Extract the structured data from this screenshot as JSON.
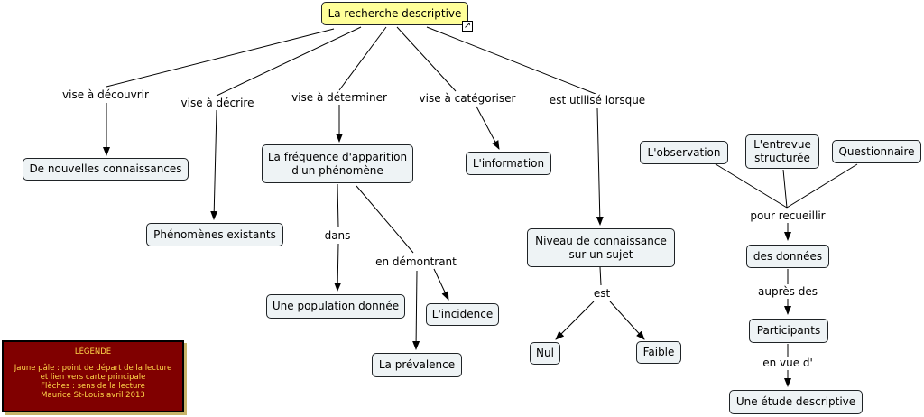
{
  "start": {
    "label": "La recherche descriptive",
    "link_icon": "↗"
  },
  "nodes": {
    "connaissances": "De nouvelles connaissances",
    "phenomenes": "Phénomènes existants",
    "frequence": "La fréquence d'apparition\nd'un phénomène",
    "information": "L'information",
    "niveau": "Niveau de connaissance\nsur un sujet",
    "observation": "L'observation",
    "entrevue": "L'entrevue\nstructurée",
    "questionnaire": "Questionnaire",
    "donnees": "des données",
    "participants": "Participants",
    "etude": "Une étude descriptive",
    "population": "Une population donnée",
    "incidence": "L'incidence",
    "prevalence": "La prévalence",
    "nul": "Nul",
    "faible": "Faible"
  },
  "links": {
    "decouvrir": "vise à découvrir",
    "decrire": "vise à décrire",
    "determiner": "vise à déterminer",
    "categoriser": "vise à catégoriser",
    "lorsque": "est utilisé lorsque",
    "dans": "dans",
    "demontrant": "en démontrant",
    "est": "est",
    "recueillir": "pour recueillir",
    "aupres": "auprès des",
    "envue": "en vue d'"
  },
  "legend": {
    "title": "LÉGENDE",
    "body": "Jaune pâle : point de départ de la lecture\net lien vers carte principale\nFlèches : sens de la lecture\nMaurice St-Louis avril 2013"
  },
  "colors": {
    "start_fill": "#ffff99",
    "node_fill": "#eef3f5",
    "legend_fill": "#800000",
    "legend_text": "#ffd84a"
  }
}
